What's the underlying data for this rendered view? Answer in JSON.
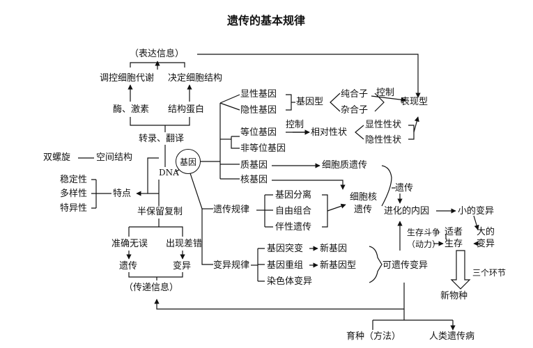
{
  "title": "遗传的基本规律",
  "center": {
    "gene": "基因",
    "dna": "DNA"
  },
  "left_top": {
    "expression": "（表达信息）",
    "regulate_metabolism": "调控细胞代谢",
    "decide_structure": "决定细胞结构",
    "enzyme_hormone": "酶、激素",
    "structural_protein": "结构蛋白",
    "transcription_translation": "转录、翻译"
  },
  "left_mid": {
    "double_helix": "双螺旋",
    "space_structure": "空间结构",
    "stability": "稳定性",
    "diversity": "多样性",
    "specificity": "特异性",
    "features": "特点"
  },
  "left_bottom": {
    "semi_conservative": "半保留复制",
    "accurate": "准确无误",
    "error": "出现差错",
    "heredity": "遗传",
    "variation": "变异",
    "transmit_info": "（传递信息）"
  },
  "right_top": {
    "dominant_gene": "显性基因",
    "recessive_gene": "隐性基因",
    "genotype": "基因型",
    "homozygote": "纯合子",
    "heterozygote": "杂合子",
    "control1": "控制",
    "phenotype": "表现型",
    "allele": "等位基因",
    "non_allele": "非等位基因",
    "control2": "控制",
    "relative_trait": "相对性状",
    "dominant_trait": "显性性状",
    "recessive_trait": "隐性性状"
  },
  "right_mid": {
    "plasmagene": "质基因",
    "cytoplasmic_inheritance": "细胞质遗传",
    "nuclear_gene": "核基因",
    "nuclear_inheritance_1": "细胞核",
    "nuclear_inheritance_2": "遗传",
    "inheritance_law": "遗传规律",
    "segregation": "基因分离",
    "free_combination": "自由组合",
    "sex_linked": "伴性遗传",
    "heredity_r": "遗传",
    "evolution_internal": "进化的内因",
    "small_change": "小的变异"
  },
  "right_bottom": {
    "variation_law": "变异规律",
    "mutation": "基因突变",
    "new_gene": "新基因",
    "recombination": "基因重组",
    "new_genotype": "新基因型",
    "chromosome_variation": "染色体变异",
    "heritable_variation": "可遗传变异",
    "struggle": "生存斗争",
    "power": "（动力）",
    "fittest": "适者",
    "survival": "生存",
    "big_1": "大的",
    "big_2": "变异",
    "three_links": "三个环节",
    "new_species": "新物种",
    "breeding": "育种（方法）",
    "human_disease": "人类遗传病"
  }
}
